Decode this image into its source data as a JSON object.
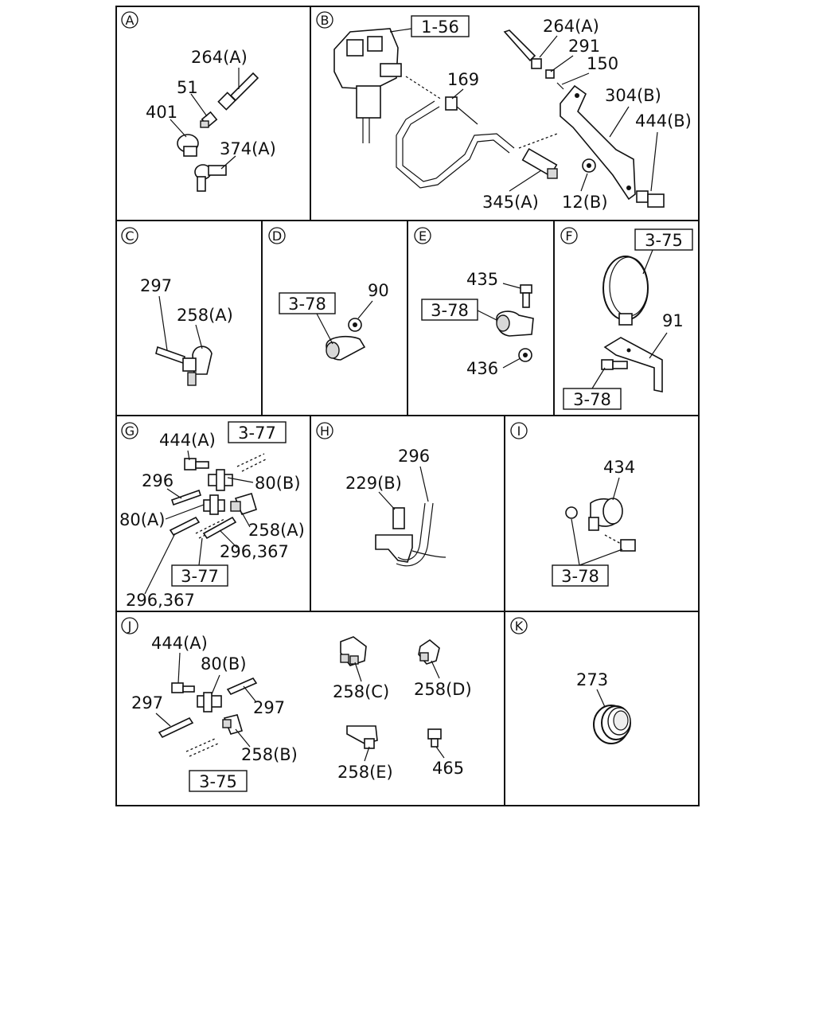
{
  "panels": {
    "A": {
      "tag": "A",
      "labels": [
        "264(A)",
        "51",
        "401",
        "374(A)"
      ]
    },
    "B": {
      "tag": "B",
      "refs": [
        "1-56"
      ],
      "labels": [
        "264(A)",
        "291",
        "150",
        "169",
        "304(B)",
        "444(B)",
        "345(A)",
        "12(B)"
      ]
    },
    "C": {
      "tag": "C",
      "labels": [
        "297",
        "258(A)"
      ]
    },
    "D": {
      "tag": "D",
      "refs": [
        "3-78"
      ],
      "labels": [
        "90"
      ]
    },
    "E": {
      "tag": "E",
      "refs": [
        "3-78"
      ],
      "labels": [
        "435",
        "436"
      ]
    },
    "F": {
      "tag": "F",
      "refs": [
        "3-75",
        "3-78"
      ],
      "labels": [
        "91"
      ]
    },
    "G": {
      "tag": "G",
      "refs": [
        "3-77",
        "3-77"
      ],
      "labels": [
        "444(A)",
        "296",
        "80(B)",
        "80(A)",
        "258(A)",
        "296,367",
        "296,367"
      ]
    },
    "H": {
      "tag": "H",
      "labels": [
        "296",
        "229(B)"
      ]
    },
    "I": {
      "tag": "I",
      "refs": [
        "3-78"
      ],
      "labels": [
        "434"
      ]
    },
    "J": {
      "tag": "J",
      "refs": [
        "3-75"
      ],
      "labels": [
        "444(A)",
        "80(B)",
        "297",
        "297",
        "258(B)",
        "258(C)",
        "258(D)",
        "258(E)",
        "465"
      ]
    },
    "K": {
      "tag": "K",
      "labels": [
        "273"
      ]
    }
  }
}
